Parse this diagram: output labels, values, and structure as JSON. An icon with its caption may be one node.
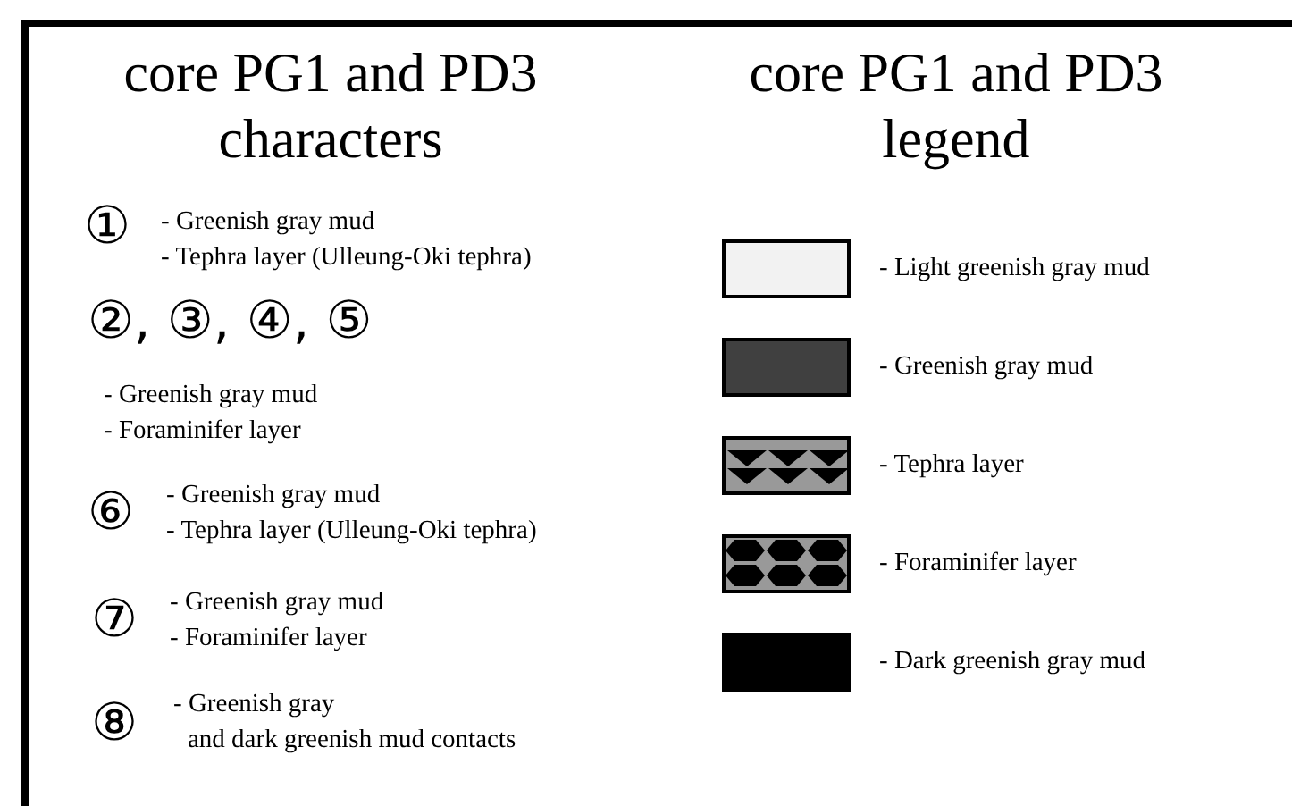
{
  "diagram": {
    "labels": [
      "core PG1 and PD3 characters",
      "core PG1 and PD3 legend",
      "①",
      "- Greenish gray mud",
      "- Tephra layer (Ulleung-Oki tephra)",
      "②, ③, ④, ⑤",
      "- Greenish gray mud",
      "- Foraminifer layer",
      "⑥",
      "- Greenish gray mud",
      "- Tephra layer (Ulleung-Oki tephra)",
      "⑦",
      "- Greenish gray mud",
      "- Foraminifer layer",
      "⑧",
      "- Greenish gray",
      "and dark greenish mud contacts"
    ],
    "legend": [
      {
        "text": "- Light greenish gray mud",
        "color": "#f2f2f2"
      },
      {
        "text": "- Greenish gray mud",
        "color": "#404040"
      },
      {
        "text": "- Tephra layer"
      },
      {
        "text": "- Foraminifer layer"
      },
      {
        "text": "- Dark greenish gray mud",
        "color": "#000000"
      }
    ]
  }
}
